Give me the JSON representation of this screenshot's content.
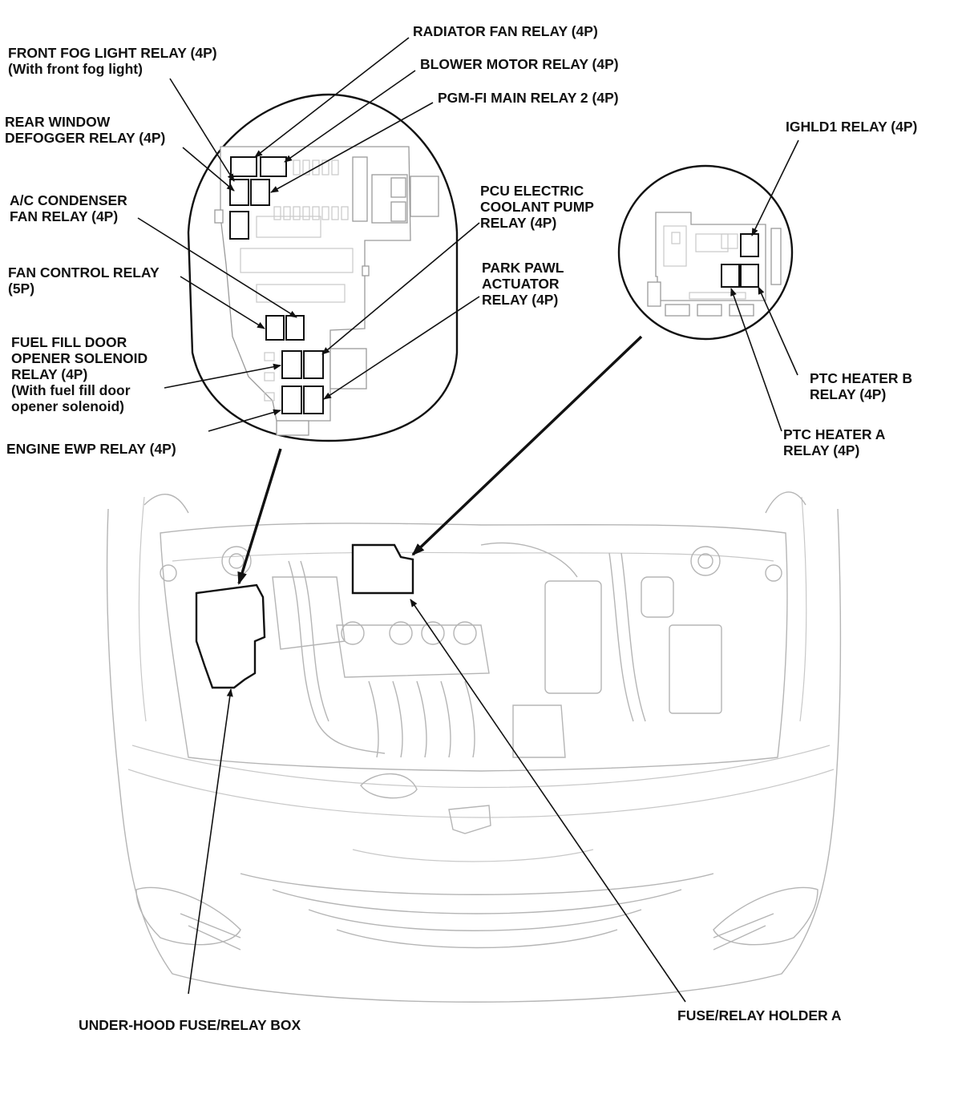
{
  "labels": {
    "radiator_fan_relay": "RADIATOR FAN RELAY (4P)",
    "blower_motor_relay": "BLOWER MOTOR RELAY (4P)",
    "pgm_fi_main_relay_2": "PGM-FI MAIN RELAY 2 (4P)",
    "front_fog_light_relay": [
      "FRONT FOG LIGHT RELAY (4P)",
      "(With front fog light)"
    ],
    "rear_window_defogger_relay": [
      "REAR WINDOW",
      "DEFOGGER RELAY (4P)"
    ],
    "ac_condenser_fan_relay": [
      "A/C CONDENSER",
      "FAN RELAY (4P)"
    ],
    "fan_control_relay": [
      "FAN CONTROL RELAY",
      "(5P)"
    ],
    "fuel_fill_door_relay": [
      "FUEL FILL DOOR",
      "OPENER SOLENOID",
      "RELAY (4P)",
      "(With fuel fill door",
      "opener solenoid)"
    ],
    "engine_ewp_relay": "ENGINE EWP RELAY (4P)",
    "pcu_electric_coolant_pump_relay": [
      "PCU ELECTRIC",
      "COOLANT PUMP",
      "RELAY (4P)"
    ],
    "park_pawl_actuator_relay": [
      "PARK PAWL",
      "ACTUATOR",
      "RELAY (4P)"
    ],
    "ighld1_relay": "IGHLD1 RELAY (4P)",
    "ptc_heater_b_relay": [
      "PTC HEATER B",
      "RELAY (4P)"
    ],
    "ptc_heater_a_relay": [
      "PTC HEATER A",
      "RELAY (4P)"
    ],
    "under_hood_fuse_relay_box": "UNDER-HOOD FUSE/RELAY BOX",
    "fuse_relay_holder_a": "FUSE/RELAY HOLDER A"
  }
}
